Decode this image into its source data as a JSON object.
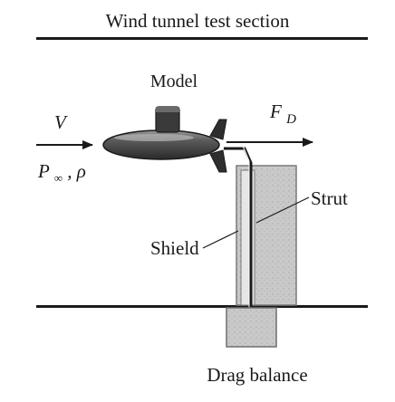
{
  "diagram": {
    "title": "Wind tunnel test section",
    "model_label": "Model",
    "velocity_label": "V",
    "pressure_label": "P",
    "pressure_sub": "∞",
    "density_label": ", ρ",
    "force_label": "F",
    "force_sub": "D",
    "strut_label": "Strut",
    "shield_label": "Shield",
    "balance_label": "Drag balance"
  }
}
